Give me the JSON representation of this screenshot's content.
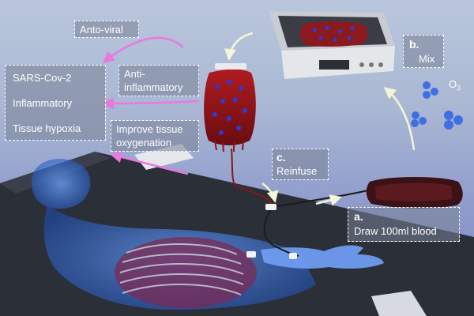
{
  "labels": {
    "anti_viral": "Anto-viral",
    "anti_inflammatory": "Anti-\ninflammatory",
    "improve_oxygenation": "Improve tissue\noxygenation",
    "sars": "SARS-Cov-2",
    "inflammatory": "Inflammatory",
    "hypoxia": "Tissue hypoxia",
    "step_b_letter": "b.",
    "step_b_text": "Mix",
    "step_c_letter": "c.",
    "step_c_text": "Reinfuse",
    "step_a_letter": "a.",
    "step_a_text": "Draw 100ml blood",
    "ozone": "O",
    "ozone_sub": "3"
  },
  "colors": {
    "arrow_pink": "#e879e0",
    "arrow_white": "#f3f6d8",
    "blood": "#8e1418",
    "label_bg": "#7e8698"
  }
}
